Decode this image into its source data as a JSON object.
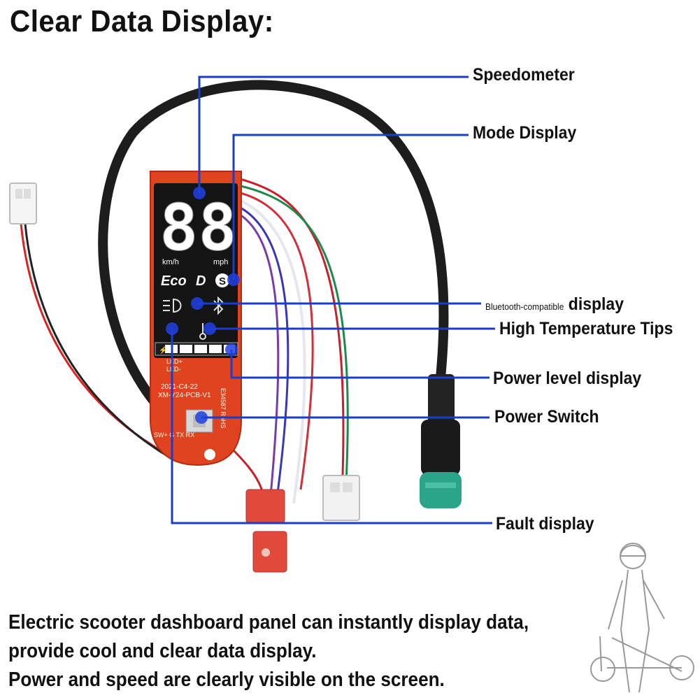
{
  "title": "Clear Data Display:",
  "callouts": {
    "speedometer": "Speedometer",
    "mode_display": "Mode Display",
    "bluetooth_prefix": "Bluetooth-compatible",
    "bluetooth_suffix": "display",
    "high_temp": "High Temperature Tips",
    "power_level": "Power level display",
    "power_switch": "Power Switch",
    "fault": "Fault display"
  },
  "dashboard": {
    "speed_digits": "88",
    "unit_kmh": "km/h",
    "unit_mph": "mph",
    "mode_eco": "Eco",
    "mode_d": "D",
    "mode_s": "S",
    "pcb_text_1": "2021-C4-22",
    "pcb_text_2": "XM-Y24-PCB-V1",
    "pcb_pins": "SW+ G TX RX",
    "led_plus": "LED+",
    "led_minus": "LED-",
    "rohs": "E34587 RoHS"
  },
  "footer": {
    "line1": "Electric scooter dashboard panel can instantly display data,",
    "line2": "provide cool and clear data display.",
    "line3": "Power and speed are clearly visible on the screen."
  },
  "colors": {
    "callout_line": "#1a3ec8",
    "pcb": "#e0431f",
    "screen": "#141414",
    "connector": "#2aa58a"
  }
}
